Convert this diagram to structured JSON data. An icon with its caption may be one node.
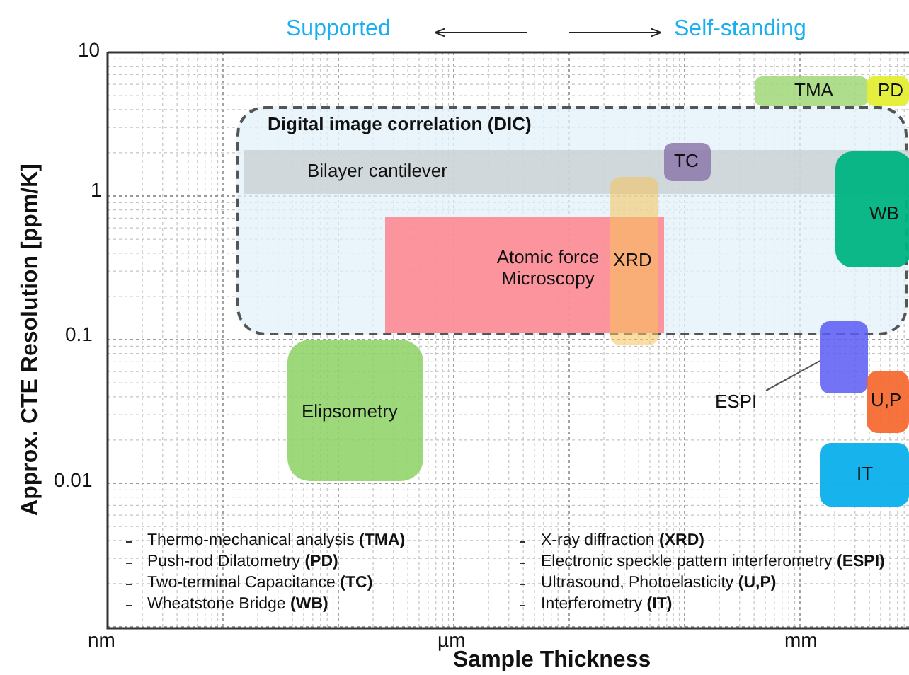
{
  "diagram": {
    "nodes": [
      {
        "text": [
          "TMA"
        ]
      },
      {
        "text": [
          "PD"
        ]
      },
      {
        "text": [
          "Digital image correlation (DIC)"
        ]
      },
      {
        "text": [
          "Bilayer cantilever"
        ],
        "in": 2
      },
      {
        "text": [
          "TC"
        ],
        "in": 2
      },
      {
        "text": [
          "WB"
        ],
        "in": 2
      },
      {
        "text": [
          "Atomic force Microscopy"
        ],
        "in": 2
      },
      {
        "text": [
          "XRD"
        ]
      },
      {
        "text": [
          "Elipsometry"
        ]
      },
      {
        "text": [],
        "shape": "box"
      },
      {
        "text": [
          "ESPI"
        ]
      },
      {
        "text": [
          "U,P"
        ]
      },
      {
        "text": [
          "IT"
        ]
      }
    ],
    "edges": [
      {
        "from": 10,
        "to": 9,
        "arrow": "none"
      }
    ],
    "labels": [
      "Supported",
      "Self-standing",
      "10",
      "1",
      "0.1",
      "0.01",
      "Approx. CTE  Resolution  [ppm/K]",
      "Thermo-mechanical analysis **(TMA)**",
      "X-ray diffraction **(XRD)**",
      "Push-rod Dilatometry **(PD)**",
      "Electronic speckle pattern interferometry **(ESPI)**",
      "Two-terminal Capacitance **(TC)**",
      "Ultrasound, Photoelasticity **(U,P)**",
      "Wheatstone Bridge **(WB)**",
      "Interferometry **(IT)**",
      "nm",
      "µm",
      "mm",
      "Sample Thickness"
    ]
  }
}
